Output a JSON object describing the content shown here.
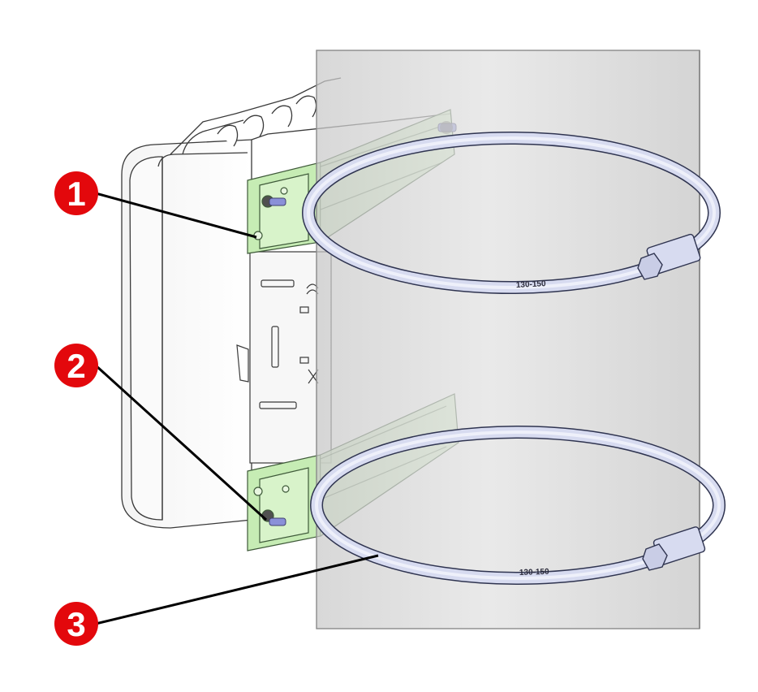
{
  "callouts": [
    {
      "number": "1"
    },
    {
      "number": "2"
    },
    {
      "number": "3"
    }
  ],
  "clamp_labels": {
    "upper": "130-150",
    "lower": "130-150"
  },
  "colors": {
    "callout_red": "#e3080c",
    "bracket_green": "#c6ecb4",
    "band_blue": "#d7dbf0",
    "pole_gray": "#d4d4d4"
  }
}
